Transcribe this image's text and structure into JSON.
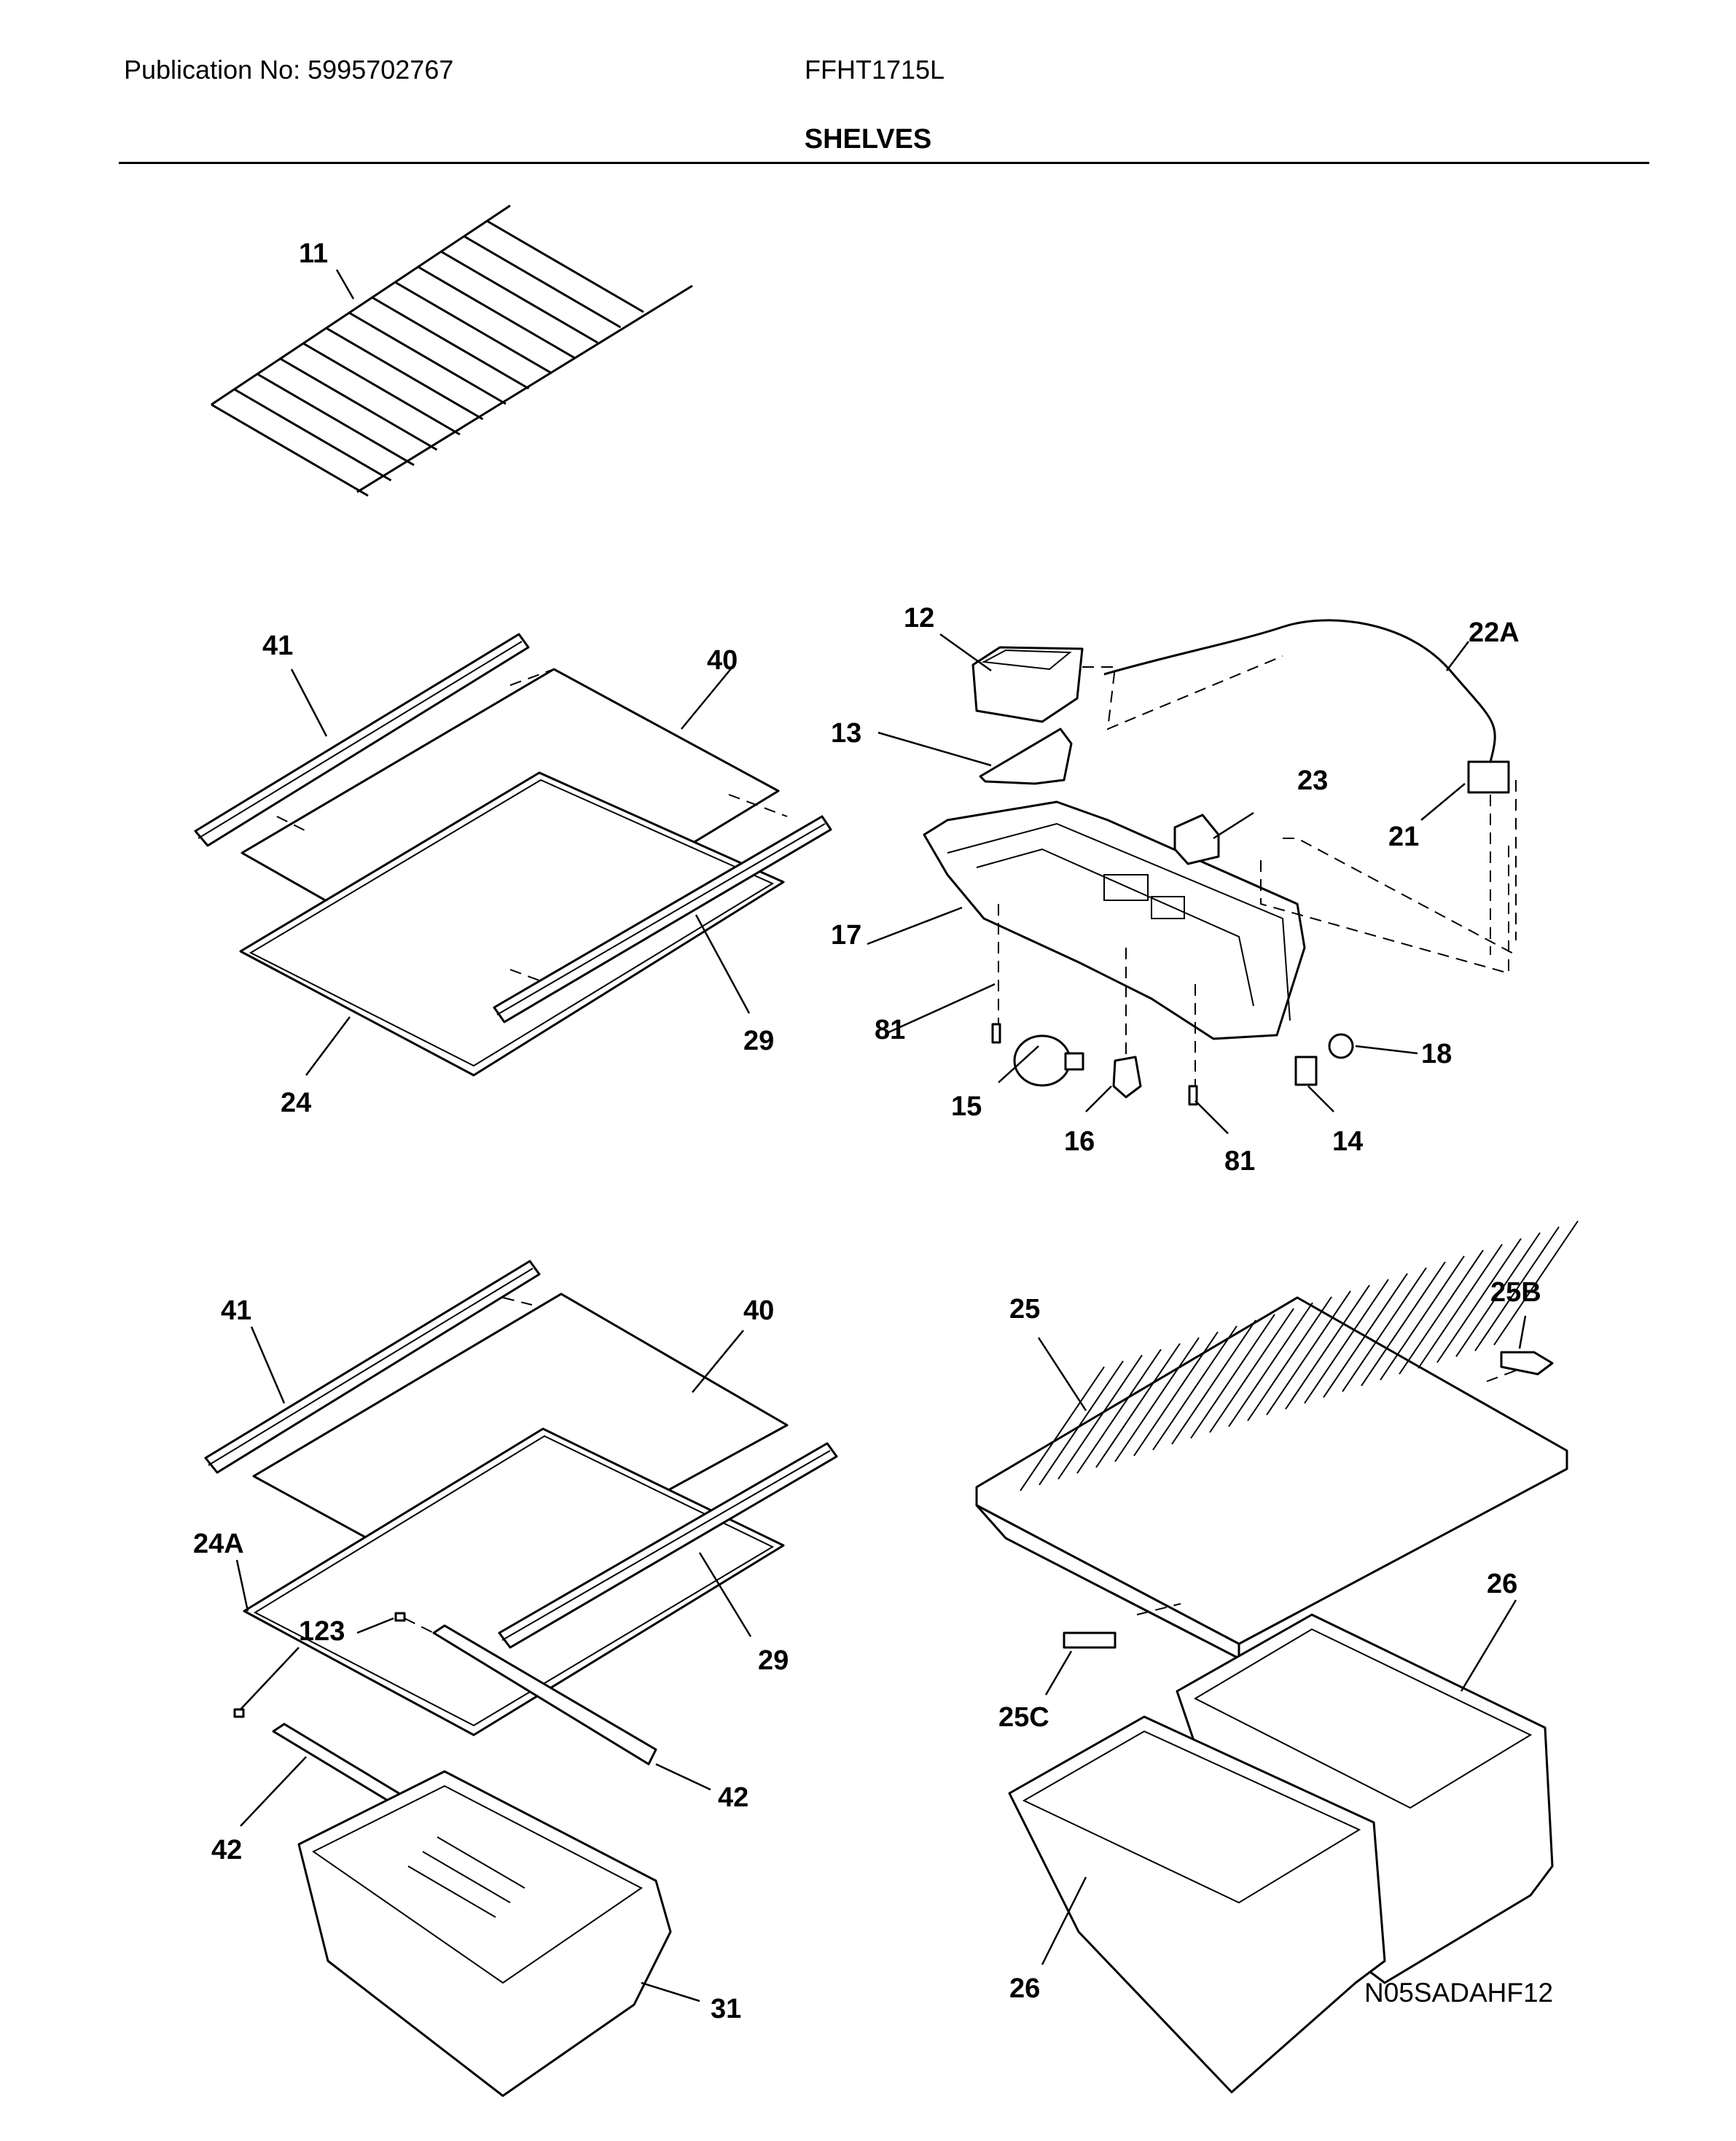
{
  "header": {
    "publication": "Publication No: 5995702767",
    "model": "FFHT1715L",
    "section_title": "SHELVES"
  },
  "footer": {
    "diagram_code": "N05SADAHF12"
  },
  "callouts": [
    "11",
    "12",
    "13",
    "22A",
    "23",
    "21",
    "17",
    "81",
    "15",
    "16",
    "81",
    "14",
    "18",
    "41",
    "40",
    "29",
    "24",
    "41",
    "40",
    "24A",
    "123",
    "29",
    "42",
    "42",
    "31",
    "25",
    "25B",
    "25C",
    "26",
    "26"
  ]
}
